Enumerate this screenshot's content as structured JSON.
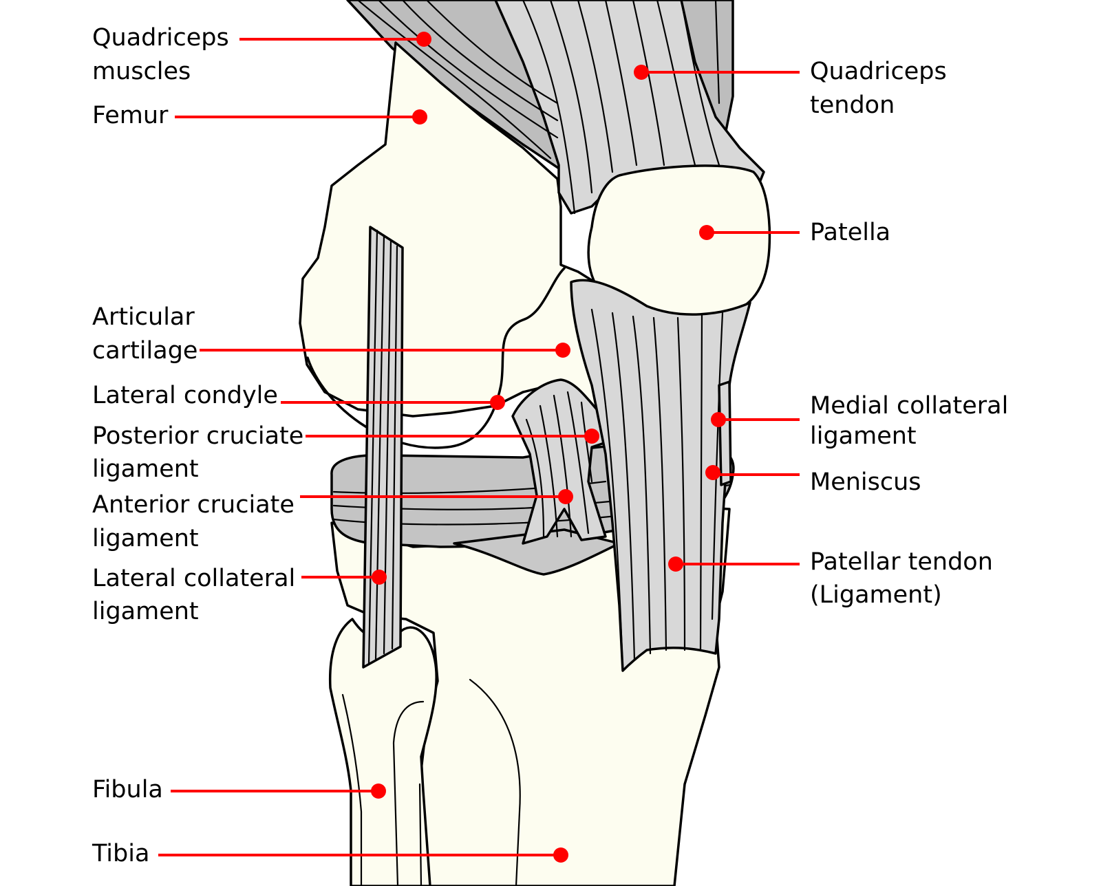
{
  "colors": {
    "bone": "#fdfdf0",
    "soft_tissue": "#d8d8d8",
    "dark_tissue": "#bdbdbd",
    "leader": "#ff0000",
    "text": "#000000"
  },
  "labels": {
    "quadriceps_muscles": [
      "Quadriceps",
      "muscles"
    ],
    "femur": [
      "Femur"
    ],
    "articular_cartilage": [
      "Articular",
      "cartilage"
    ],
    "lateral_condyle": [
      "Lateral condyle"
    ],
    "posterior_cruciate": [
      "Posterior cruciate",
      "ligament"
    ],
    "anterior_cruciate": [
      "Anterior cruciate",
      "ligament"
    ],
    "lateral_collateral": [
      "Lateral collateral",
      "ligament"
    ],
    "fibula": [
      "Fibula"
    ],
    "tibia": [
      "Tibia"
    ],
    "quadriceps_tendon": [
      "Quadriceps",
      "tendon"
    ],
    "patella": [
      "Patella"
    ],
    "medial_collateral": [
      "Medial collateral",
      "ligament"
    ],
    "meniscus": [
      "Meniscus"
    ],
    "patellar_tendon": [
      "Patellar tendon",
      "(Ligament)"
    ]
  }
}
